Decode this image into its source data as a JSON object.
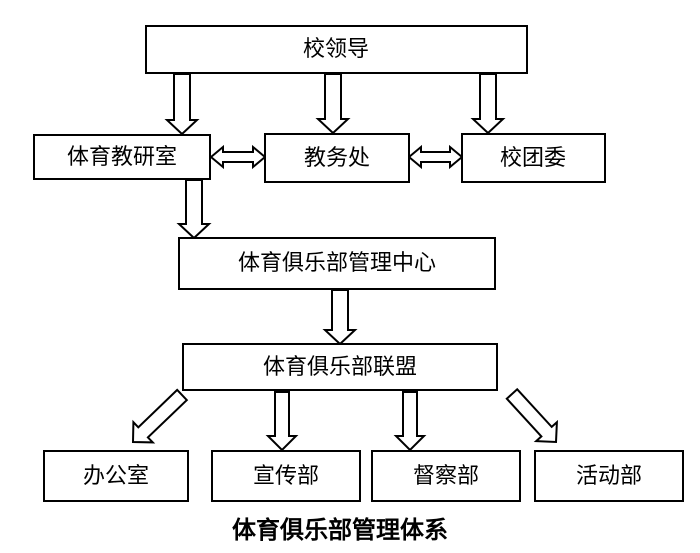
{
  "diagram": {
    "caption": "体育俱乐部管理体系",
    "nodes": {
      "school_leadership": "校领导",
      "pe_research_office": "体育教研室",
      "academic_affairs": "教务处",
      "youth_league": "校团委",
      "club_mgmt_center": "体育俱乐部管理中心",
      "club_alliance": "体育俱乐部联盟",
      "office": "办公室",
      "publicity_dept": "宣传部",
      "supervision_dept": "督察部",
      "activity_dept": "活动部"
    },
    "edges": [
      {
        "from": "school_leadership",
        "to": "pe_research_office"
      },
      {
        "from": "school_leadership",
        "to": "academic_affairs"
      },
      {
        "from": "school_leadership",
        "to": "youth_league"
      },
      {
        "from": "pe_research_office",
        "to": "academic_affairs",
        "bidirectional": true
      },
      {
        "from": "academic_affairs",
        "to": "youth_league",
        "bidirectional": true
      },
      {
        "from": "pe_research_office",
        "to": "club_mgmt_center"
      },
      {
        "from": "club_mgmt_center",
        "to": "club_alliance"
      },
      {
        "from": "club_alliance",
        "to": "office"
      },
      {
        "from": "club_alliance",
        "to": "publicity_dept"
      },
      {
        "from": "club_alliance",
        "to": "supervision_dept"
      },
      {
        "from": "club_alliance",
        "to": "activity_dept"
      }
    ]
  }
}
